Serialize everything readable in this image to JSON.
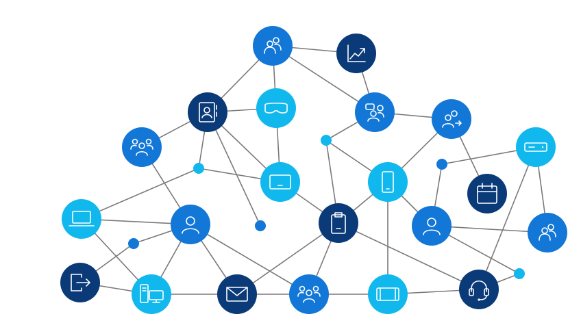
{
  "colors": {
    "dark": "#0b3a78",
    "mid": "#1277d6",
    "light": "#11b8ee",
    "edge": "#7a7a7a"
  },
  "nodes": [
    {
      "id": "group-top",
      "icon": "people-pair-icon",
      "shade": "mid"
    },
    {
      "id": "chart",
      "icon": "trend-chart-icon",
      "shade": "dark"
    },
    {
      "id": "contacts",
      "icon": "contact-book-icon",
      "shade": "dark"
    },
    {
      "id": "vr-headset",
      "icon": "vr-headset-icon",
      "shade": "light"
    },
    {
      "id": "chat-people",
      "icon": "chat-people-icon",
      "shade": "mid"
    },
    {
      "id": "share-people",
      "icon": "people-share-icon",
      "shade": "mid"
    },
    {
      "id": "team-left",
      "icon": "team-icon",
      "shade": "mid"
    },
    {
      "id": "tablet",
      "icon": "tablet-icon",
      "shade": "light"
    },
    {
      "id": "phone",
      "icon": "phone-icon",
      "shade": "light"
    },
    {
      "id": "server",
      "icon": "server-icon",
      "shade": "light"
    },
    {
      "id": "calendar",
      "icon": "calendar-icon",
      "shade": "dark"
    },
    {
      "id": "laptop",
      "icon": "laptop-icon",
      "shade": "light"
    },
    {
      "id": "person-center",
      "icon": "person-icon",
      "shade": "mid"
    },
    {
      "id": "clipboard",
      "icon": "clipboard-icon",
      "shade": "dark"
    },
    {
      "id": "person-right",
      "icon": "person-icon",
      "shade": "mid"
    },
    {
      "id": "pair-right",
      "icon": "people-pair-icon",
      "shade": "mid"
    },
    {
      "id": "signout",
      "icon": "sign-out-icon",
      "shade": "dark"
    },
    {
      "id": "desktop",
      "icon": "desktop-computer-icon",
      "shade": "light"
    },
    {
      "id": "mail",
      "icon": "mail-icon",
      "shade": "dark"
    },
    {
      "id": "team-bottom",
      "icon": "team-icon",
      "shade": "mid"
    },
    {
      "id": "surface-hub",
      "icon": "display-device-icon",
      "shade": "light"
    },
    {
      "id": "headset",
      "icon": "support-headset-icon",
      "shade": "dark"
    },
    {
      "id": "dot-a",
      "icon": "",
      "shade": "light"
    },
    {
      "id": "dot-b",
      "icon": "",
      "shade": "light"
    },
    {
      "id": "dot-c",
      "icon": "",
      "shade": "mid"
    },
    {
      "id": "dot-d",
      "icon": "",
      "shade": "mid"
    },
    {
      "id": "dot-e",
      "icon": "",
      "shade": "mid"
    },
    {
      "id": "dot-f",
      "icon": "",
      "shade": "light"
    }
  ],
  "edges": [
    [
      "group-top",
      "chart"
    ],
    [
      "group-top",
      "contacts"
    ],
    [
      "group-top",
      "vr-headset"
    ],
    [
      "group-top",
      "chat-people"
    ],
    [
      "chart",
      "chat-people"
    ],
    [
      "contacts",
      "vr-headset"
    ],
    [
      "contacts",
      "team-left"
    ],
    [
      "contacts",
      "tablet"
    ],
    [
      "contacts",
      "dot-b"
    ],
    [
      "contacts",
      "dot-c"
    ],
    [
      "vr-headset",
      "tablet"
    ],
    [
      "chat-people",
      "share-people"
    ],
    [
      "chat-people",
      "dot-a"
    ],
    [
      "share-people",
      "phone"
    ],
    [
      "share-people",
      "calendar"
    ],
    [
      "dot-a",
      "phone"
    ],
    [
      "dot-a",
      "clipboard"
    ],
    [
      "team-left",
      "person-center"
    ],
    [
      "dot-b",
      "laptop"
    ],
    [
      "dot-b",
      "tablet"
    ],
    [
      "tablet",
      "clipboard"
    ],
    [
      "phone",
      "clipboard"
    ],
    [
      "phone",
      "surface-hub"
    ],
    [
      "phone",
      "person-right"
    ],
    [
      "server",
      "dot-d"
    ],
    [
      "server",
      "pair-right"
    ],
    [
      "server",
      "headset"
    ],
    [
      "dot-d",
      "person-right"
    ],
    [
      "laptop",
      "person-center"
    ],
    [
      "laptop",
      "desktop"
    ],
    [
      "person-center",
      "dot-e"
    ],
    [
      "person-center",
      "desktop"
    ],
    [
      "person-center",
      "mail"
    ],
    [
      "person-center",
      "team-bottom"
    ],
    [
      "dot-e",
      "signout"
    ],
    [
      "clipboard",
      "mail"
    ],
    [
      "clipboard",
      "team-bottom"
    ],
    [
      "clipboard",
      "headset"
    ],
    [
      "person-right",
      "pair-right"
    ],
    [
      "person-right",
      "dot-f"
    ],
    [
      "signout",
      "desktop"
    ],
    [
      "desktop",
      "mail"
    ],
    [
      "mail",
      "team-bottom"
    ],
    [
      "team-bottom",
      "surface-hub"
    ],
    [
      "surface-hub",
      "headset"
    ],
    [
      "headset",
      "dot-f"
    ]
  ]
}
